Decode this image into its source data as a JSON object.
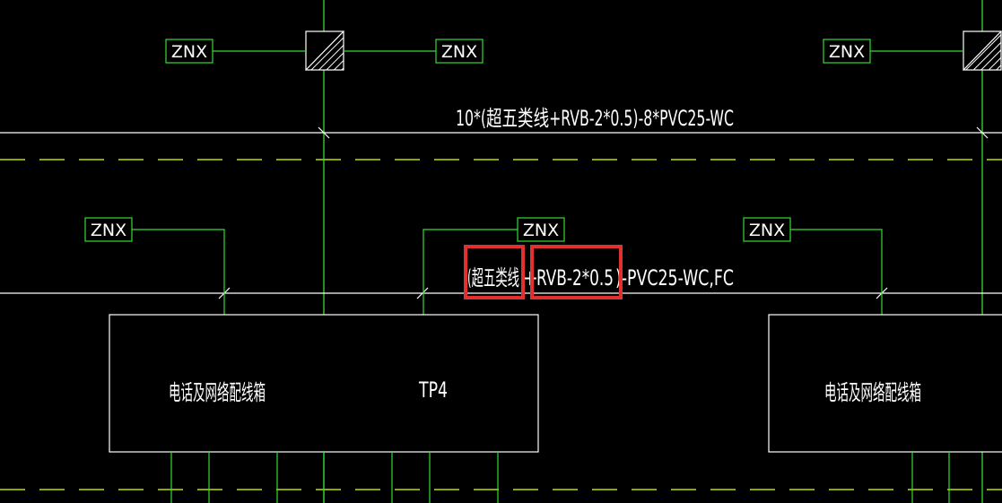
{
  "colors": {
    "background": "#000000",
    "green_line": "#33dd33",
    "white_line": "#ffffff",
    "dash_line": "#b8e000",
    "highlight": "#e03030",
    "text": "#ffffff"
  },
  "tags": {
    "znx_top_left": "ZNX",
    "znx_top_mid": "ZNX",
    "znx_top_right": "ZNX",
    "znx_mid_left": "ZNX",
    "znx_mid_center": "ZNX",
    "znx_mid_right": "ZNX"
  },
  "cables": {
    "upper_label": "10*(超五类线+RVB-2*0.5)-8*PVC25-WC",
    "lower_part1": "(超五类线",
    "lower_part2": "+",
    "lower_part3": "RVB-2*0.5",
    "lower_part4": ")-PVC25-WC,FC"
  },
  "boxes": {
    "left_name": "电话及网络配线箱",
    "left_code": "TP4",
    "right_name": "电话及网络配线箱"
  }
}
